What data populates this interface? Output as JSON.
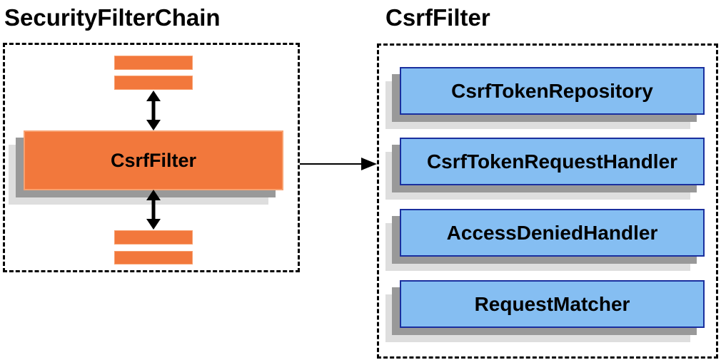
{
  "diagram": {
    "left_panel": {
      "title": "SecurityFilterChain",
      "filter_label": "CsrfFilter"
    },
    "right_panel": {
      "title": "CsrfFilter",
      "components": [
        {
          "label": "CsrfTokenRepository"
        },
        {
          "label": "CsrfTokenRequestHandler"
        },
        {
          "label": "AccessDeniedHandler"
        },
        {
          "label": "RequestMatcher"
        }
      ]
    }
  },
  "colors": {
    "accent_orange": "#F2783C",
    "accent_orange_light": "#F8A170",
    "component_blue": "#85BEF2",
    "component_border": "#1A2F9E",
    "shadow_dark": "#999999",
    "shadow_light": "#DEDEDE",
    "line_black": "#000000"
  }
}
